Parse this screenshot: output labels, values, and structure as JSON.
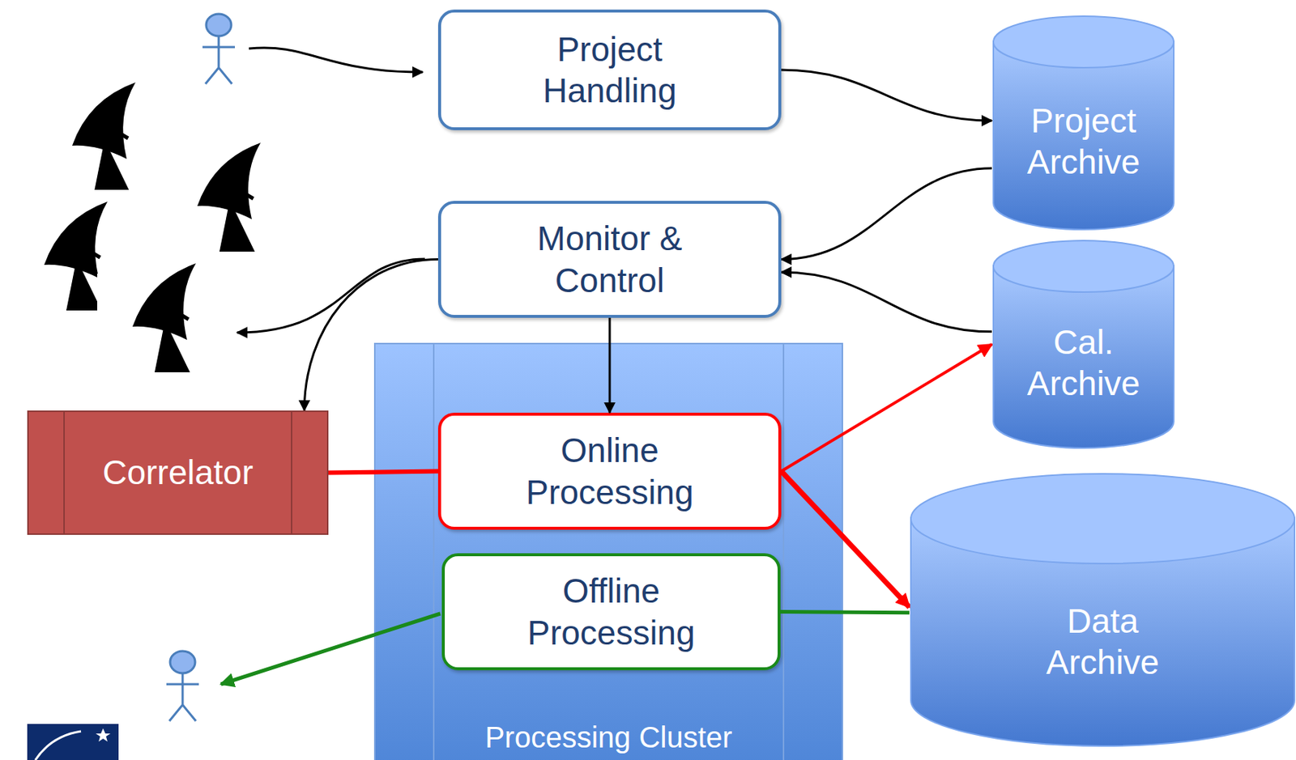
{
  "diagram": {
    "nodes": [
      {
        "text": [
          "Project Handling"
        ]
      },
      {
        "text": [
          "Project Archive"
        ]
      },
      {
        "text": [
          "Monitor & Control"
        ]
      },
      {
        "text": [
          "Cal. Archive"
        ]
      },
      {
        "text": [
          "Correlator"
        ]
      },
      {
        "text": [
          "Processing Cluster"
        ]
      },
      {
        "text": [
          "Online Processing"
        ],
        "in": 5
      },
      {
        "text": [
          "Offline Processing"
        ],
        "in": 5
      },
      {
        "text": [
          "Data Archive"
        ]
      }
    ],
    "edges": [
      {
        "from": 0,
        "to": 1,
        "arrow": "to"
      },
      {
        "from": 1,
        "to": 2,
        "arrow": "to"
      },
      {
        "from": 3,
        "to": 2,
        "arrow": "to"
      },
      {
        "from": 2,
        "to": 4,
        "arrow": "to"
      },
      {
        "from": 2,
        "to": 6,
        "arrow": "to"
      },
      {
        "from": 4,
        "to": 6,
        "arrow": "none"
      },
      {
        "from": 6,
        "to": 3,
        "arrow": "to"
      },
      {
        "from": 6,
        "to": 8,
        "arrow": "to"
      },
      {
        "from": 7,
        "to": 8,
        "arrow": "none"
      }
    ]
  }
}
